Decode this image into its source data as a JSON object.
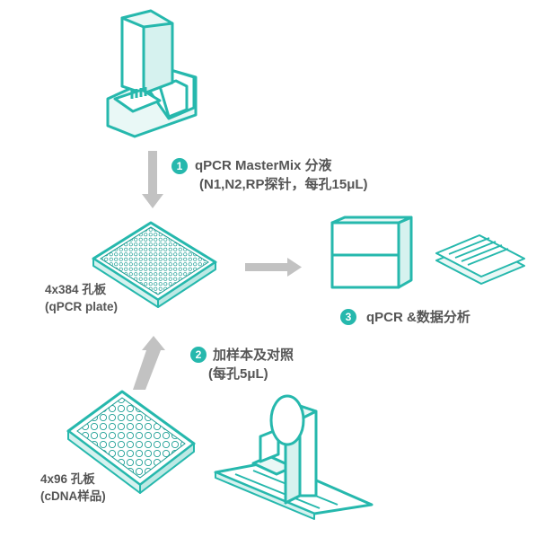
{
  "accent_color": "#26b8ad",
  "steps": [
    {
      "num": "1",
      "line1": "qPCR MasterMix 分液",
      "line2": "(N1,N2,RP探针，每孔15μL)"
    },
    {
      "num": "2",
      "line1": "加样本及对照",
      "line2": "(每孔5μL)"
    },
    {
      "num": "3",
      "line1": "qPCR &数据分析"
    }
  ],
  "labels": {
    "plate384_line1": "4x384 孔板",
    "plate384_line2": "(qPCR plate)",
    "plate96_line1": "4x96 孔板",
    "plate96_line2": "(cDNA样品)"
  }
}
